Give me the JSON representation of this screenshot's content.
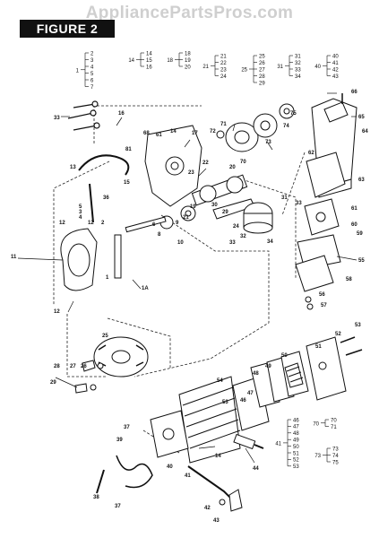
{
  "watermark": "AppliancePartsPros.com",
  "figure_title": "FIGURE 2",
  "groups": [
    {
      "key": "1",
      "items": [
        "2",
        "3",
        "4",
        "5",
        "6",
        "7"
      ]
    },
    {
      "key": "14",
      "items": [
        "14",
        "15",
        "16"
      ]
    },
    {
      "key": "18",
      "items": [
        "18",
        "19",
        "20"
      ]
    },
    {
      "key": "21",
      "items": [
        "21",
        "22",
        "23",
        "24"
      ]
    },
    {
      "key": "25",
      "items": [
        "25",
        "26",
        "27",
        "28",
        "29"
      ]
    },
    {
      "key": "31",
      "items": [
        "31",
        "32",
        "33",
        "34"
      ]
    },
    {
      "key": "40",
      "items": [
        "40",
        "41",
        "42",
        "43"
      ]
    },
    {
      "key": "41",
      "items": [
        "46",
        "47",
        "48",
        "49",
        "50",
        "51",
        "52",
        "53"
      ]
    },
    {
      "key": "70",
      "items": [
        "70",
        "71"
      ]
    },
    {
      "key": "73",
      "items": [
        "73",
        "74",
        "75"
      ]
    }
  ],
  "callouts": [
    {
      "id": "c-33",
      "t": "33"
    },
    {
      "id": "c-16",
      "t": "16"
    },
    {
      "id": "c-68",
      "t": "68"
    },
    {
      "id": "c-61",
      "t": "61"
    },
    {
      "id": "c-14",
      "t": "14"
    },
    {
      "id": "c-17",
      "t": "17"
    },
    {
      "id": "c-81",
      "t": "81"
    },
    {
      "id": "c-22",
      "t": "22"
    },
    {
      "id": "c-23",
      "t": "23"
    },
    {
      "id": "c-15",
      "t": "15"
    },
    {
      "id": "c-13",
      "t": "13"
    },
    {
      "id": "c-36",
      "t": "36"
    },
    {
      "id": "c-5",
      "t": "5"
    },
    {
      "id": "c-3",
      "t": "3"
    },
    {
      "id": "c-4",
      "t": "4"
    },
    {
      "id": "c-2",
      "t": "2"
    },
    {
      "id": "c-12a",
      "t": "12"
    },
    {
      "id": "c-12b",
      "t": "12"
    },
    {
      "id": "c-12c",
      "t": "12"
    },
    {
      "id": "c-11",
      "t": "11"
    },
    {
      "id": "c-1",
      "t": "1"
    },
    {
      "id": "c-1a",
      "t": "1A"
    },
    {
      "id": "c-6",
      "t": "6"
    },
    {
      "id": "c-8",
      "t": "8"
    },
    {
      "id": "c-10",
      "t": "10"
    },
    {
      "id": "c-9",
      "t": "9"
    },
    {
      "id": "c-19",
      "t": "19"
    },
    {
      "id": "c-20",
      "t": "20"
    },
    {
      "id": "c-21",
      "t": "21"
    },
    {
      "id": "c-30",
      "t": "30"
    },
    {
      "id": "c-29",
      "t": "29"
    },
    {
      "id": "c-24",
      "t": "24"
    },
    {
      "id": "c-32",
      "t": "32"
    },
    {
      "id": "c-33b",
      "t": "33"
    },
    {
      "id": "c-34",
      "t": "34"
    },
    {
      "id": "c-31",
      "t": "31"
    },
    {
      "id": "c-33c",
      "t": "33"
    },
    {
      "id": "c-72",
      "t": "72"
    },
    {
      "id": "c-71",
      "t": "71"
    },
    {
      "id": "c-70",
      "t": "70"
    },
    {
      "id": "c-73",
      "t": "73"
    },
    {
      "id": "c-74",
      "t": "74"
    },
    {
      "id": "c-75",
      "t": "75"
    },
    {
      "id": "c-66",
      "t": "66"
    },
    {
      "id": "c-65",
      "t": "65"
    },
    {
      "id": "c-64",
      "t": "64"
    },
    {
      "id": "c-62",
      "t": "62"
    },
    {
      "id": "c-63",
      "t": "63"
    },
    {
      "id": "c-61b",
      "t": "61"
    },
    {
      "id": "c-60",
      "t": "60"
    },
    {
      "id": "c-59",
      "t": "59"
    },
    {
      "id": "c-55",
      "t": "55"
    },
    {
      "id": "c-58",
      "t": "58"
    },
    {
      "id": "c-56",
      "t": "56"
    },
    {
      "id": "c-57",
      "t": "57"
    },
    {
      "id": "c-53a",
      "t": "53"
    },
    {
      "id": "c-52",
      "t": "52"
    },
    {
      "id": "c-51",
      "t": "51"
    },
    {
      "id": "c-50",
      "t": "50"
    },
    {
      "id": "c-49",
      "t": "49"
    },
    {
      "id": "c-48",
      "t": "48"
    },
    {
      "id": "c-47",
      "t": "47"
    },
    {
      "id": "c-46",
      "t": "46"
    },
    {
      "id": "c-53b",
      "t": "53"
    },
    {
      "id": "c-54",
      "t": "54"
    },
    {
      "id": "c-25",
      "t": "25"
    },
    {
      "id": "c-28",
      "t": "28"
    },
    {
      "id": "c-27",
      "t": "27"
    },
    {
      "id": "c-26",
      "t": "26"
    },
    {
      "id": "c-29b",
      "t": "29"
    },
    {
      "id": "c-14b",
      "t": "14"
    },
    {
      "id": "c-44",
      "t": "44"
    },
    {
      "id": "c-37a",
      "t": "37"
    },
    {
      "id": "c-39",
      "t": "39"
    },
    {
      "id": "c-40",
      "t": "40"
    },
    {
      "id": "c-41",
      "t": "41"
    },
    {
      "id": "c-38",
      "t": "38"
    },
    {
      "id": "c-37b",
      "t": "37"
    },
    {
      "id": "c-42",
      "t": "42"
    },
    {
      "id": "c-43",
      "t": "43"
    }
  ]
}
